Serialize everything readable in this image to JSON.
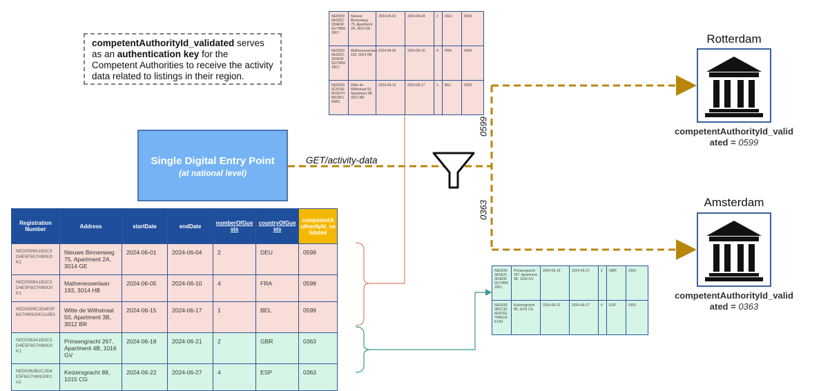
{
  "note": {
    "key_field": "competentAuthorityId_validated",
    "text_1": " serves as an ",
    "bold_1": "authentication key",
    "text_2": " for the Competent Authorities to receive the activity data related to listings in their region."
  },
  "sdep": {
    "title": "Single Digital Entry Point",
    "subtitle": "(at national level)"
  },
  "api_call": "GET/activity-data",
  "branch_codes": {
    "top": "0599",
    "bottom": "0363"
  },
  "authorities": [
    {
      "city": "Rotterdam",
      "label": "competentAuthorityId_valid ated = ",
      "value": "0599"
    },
    {
      "city": "Amsterdam",
      "label": "competentAuthorityId_valid ated = ",
      "value": "0363"
    }
  ],
  "main_table": {
    "headers": [
      "Registration Number",
      "Address",
      "startDate",
      "endDate",
      "numberOfGuests",
      "countryOfGuests",
      "competentAuthorityId_validated"
    ],
    "rows": [
      [
        "NED0599A1B2C3D4E5F6G7H8I9J0K1",
        "Nieuwe Binnenweg 75, Apartment 2A, 3014 GE",
        "2024-06-01",
        "2024-06-04",
        "2",
        "DEU",
        "0599"
      ],
      [
        "NED0599A1B2C3D4E5F6G7H8I9J0K1",
        "Mathenesserlaan 193, 3014 HB",
        "2024-06-05",
        "2024-06-10",
        "4",
        "FRA",
        "0599"
      ],
      [
        "NED0599C3D4E5F6G7H8I9J0K1A2B3",
        "Witte de Withstraat 50, Apartment 3B, 3012 BR",
        "2024-06-15",
        "2024-06-17",
        "1",
        "BEL",
        "0599"
      ],
      [
        "NED0363A1B2C3D4E5F6G7H8I9J0K1",
        "Prinsengracht 267, Apartment 4B, 1016 GV",
        "2024-06-18",
        "2024-06-21",
        "2",
        "GBR",
        "0363"
      ],
      [
        "NED0363B2C3D4E5F6G7H8I9J0K1A2",
        "Keizersgracht 89, 1015 CG",
        "2024-06-22",
        "2024-06-27",
        "4",
        "ESP",
        "0363"
      ]
    ]
  },
  "rotterdam_table": {
    "rows": [
      [
        "NED0599A1B2C3D4E5F6G7H8I9J0K1",
        "Nieuwe Binnenweg 75, Apartment 2A, 3014 GE",
        "2024-06-01",
        "2024-06-04",
        "2",
        "DEU",
        "0599"
      ],
      [
        "NED0599A1B2C3D4E5F6G7H8I9J0K1",
        "Mathenesserlaan 193, 3014 HB",
        "2024-06-05",
        "2024-06-10",
        "4",
        "FRA",
        "0599"
      ],
      [
        "NED0599C3D4E5F6G7H8I9J0K1A2B3",
        "Witte de Withstraat 50, Apartment 3B, 3012 BR",
        "2024-06-15",
        "2024-06-17",
        "1",
        "BEL",
        "0599"
      ]
    ]
  },
  "amsterdam_table": {
    "rows": [
      [
        "NED0363A1B2C3D4E5F6G7H8I9J0K1",
        "Prinsengracht 267, Apartment 4B, 1016 GV",
        "2024-06-18",
        "2024-06-21",
        "2",
        "GBR",
        "0363"
      ],
      [
        "NED0363B2C3D4E5F6G7H8I9J0K1A2",
        "Keizersgracht 89, 1015 CG",
        "2024-06-22",
        "2024-06-27",
        "4",
        "ESP",
        "0363"
      ]
    ]
  },
  "colors": {
    "flow": "#b8860b",
    "sdep": "#76b3f5",
    "header": "#1f4e9c",
    "highlight": "#f5b800",
    "pink": "#f8ddd8",
    "green": "#d6f5e6",
    "pink_link": "#e0806a",
    "green_link": "#3a9a8a"
  }
}
